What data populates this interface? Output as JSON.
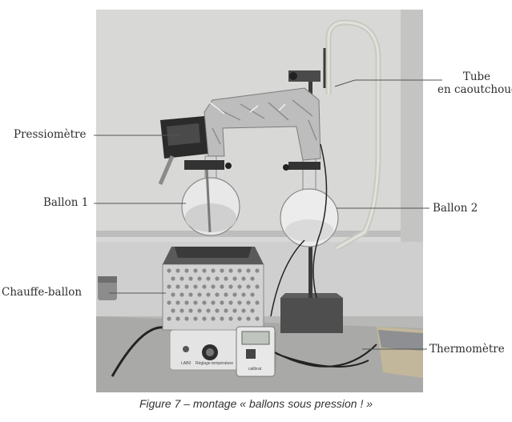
{
  "labels": {
    "tube_line1": "Tube",
    "tube_line2": "en caoutchouc",
    "pressiometre": "Pressiomètre",
    "ballon1": "Ballon 1",
    "ballon2": "Ballon 2",
    "chauffe_ballon": "Chauffe-ballon",
    "thermometre": "Thermomètre"
  },
  "caption": "Figure 7 – montage « ballons sous pression ! »",
  "device_text": {
    "heater_left": "LAB0",
    "heater_center": "Réglage température",
    "thermo_brand": "calibrat"
  }
}
